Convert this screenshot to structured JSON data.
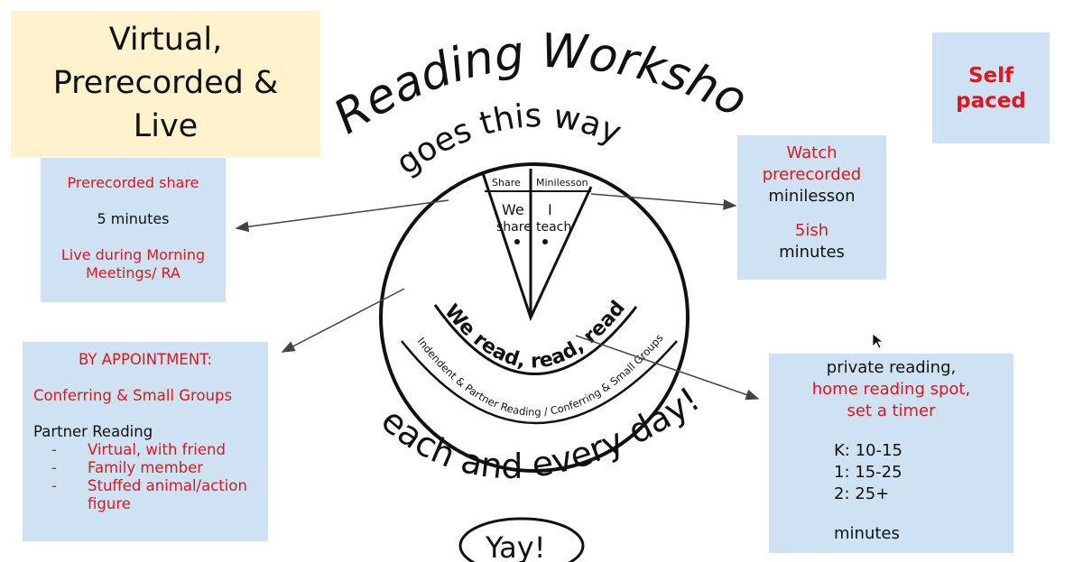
{
  "title_box": {
    "lines": [
      "Virtual,",
      "Prerecorded &",
      "Live"
    ]
  },
  "self_paced": {
    "lines": [
      "Self",
      "paced"
    ]
  },
  "share_note": {
    "heading": "Prerecorded share",
    "duration": "5 minutes",
    "live_lines": [
      "Live during Morning",
      "Meetings/ RA"
    ]
  },
  "minilesson_note": {
    "lines_red": [
      "Watch",
      "prerecorded"
    ],
    "line_black": "minilesson",
    "duration_value": "5ish",
    "duration_unit": "minutes"
  },
  "appointment_note": {
    "heading": "BY APPOINTMENT:",
    "subheading": "Conferring & Small Groups",
    "partner_label": "Partner Reading",
    "items": [
      "Virtual, with friend",
      "Family member",
      "Stuffed animal/action figure"
    ],
    "dash": "-"
  },
  "private_note": {
    "line_black": "private reading,",
    "lines_red": [
      "home reading spot,",
      "set a timer"
    ],
    "levels": [
      "K: 10-15",
      "1: 15-25",
      "2: 25+"
    ],
    "unit": "minutes"
  },
  "drawing": {
    "title": "Reading Workshop",
    "subtitle": "goes this way",
    "share_label": "Share",
    "minilesson_label": "Minilesson",
    "we_share": [
      "We",
      "share"
    ],
    "i_teach": [
      "I",
      "teach"
    ],
    "read_banner": "We read, read, read!",
    "inner_arc_text": "Indendent & Partner Reading / Conferring & Small Groups",
    "bottom_text": "each and every day!",
    "yay": "Yay!"
  },
  "colors": {
    "red_text": "#e0161d",
    "note_blue": "#cfe2f3",
    "title_yellow": "#fff2cc"
  }
}
